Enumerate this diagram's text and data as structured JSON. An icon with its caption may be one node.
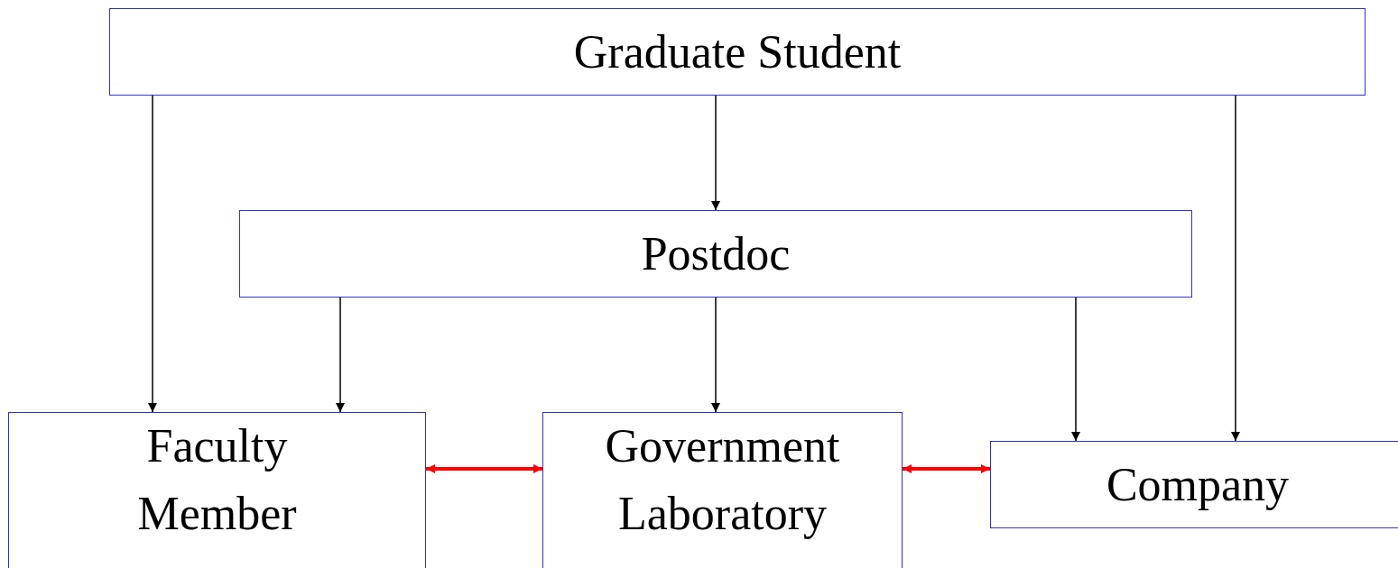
{
  "diagram": {
    "nodes": [
      {
        "text": [
          "Graduate Student"
        ]
      },
      {
        "text": [
          "Postdoc"
        ]
      },
      {
        "text": [
          "Faculty Member"
        ]
      },
      {
        "text": [
          "Government Laboratory"
        ]
      },
      {
        "text": [
          "Company"
        ]
      }
    ],
    "edges": [
      {
        "from": 0,
        "to": 2,
        "arrow": "to"
      },
      {
        "from": 0,
        "to": 1,
        "arrow": "to"
      },
      {
        "from": 0,
        "to": 4,
        "arrow": "to"
      },
      {
        "from": 1,
        "to": 2,
        "arrow": "to"
      },
      {
        "from": 1,
        "to": 3,
        "arrow": "to"
      },
      {
        "from": 1,
        "to": 4,
        "arrow": "to"
      },
      {
        "from": 2,
        "to": 3,
        "arrow": "both",
        "style": "thick",
        "color": "#ff0000"
      },
      {
        "from": 3,
        "to": 4,
        "arrow": "both",
        "style": "thick",
        "color": "#ff0000"
      }
    ]
  }
}
